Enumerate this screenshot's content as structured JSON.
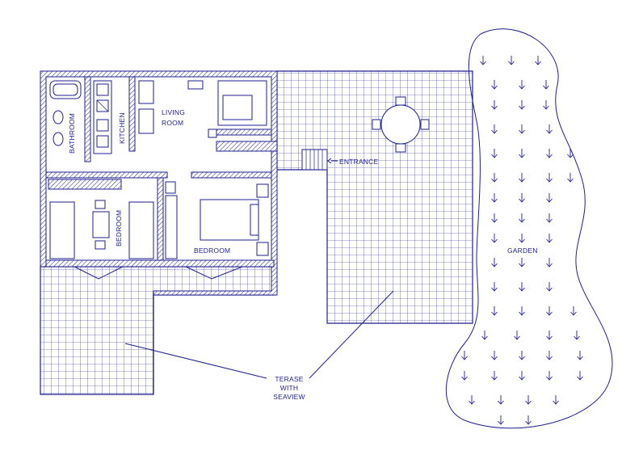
{
  "labels": {
    "living_room_1": "LIVING",
    "living_room_2": "ROOM",
    "kitchen": "KITCHEN",
    "bathroom": "BATHROOM",
    "bedroom_left": "BEDROOM",
    "bedroom_right": "BEDROOM",
    "entrance": "ENTRANCE",
    "garden": "GARDEN",
    "terrace_1": "TERASE",
    "terrace_2": "WITH",
    "terrace_3": "SEAVIEW"
  },
  "colors": {
    "line": "#1f1f8f",
    "background": "#ffffff"
  }
}
